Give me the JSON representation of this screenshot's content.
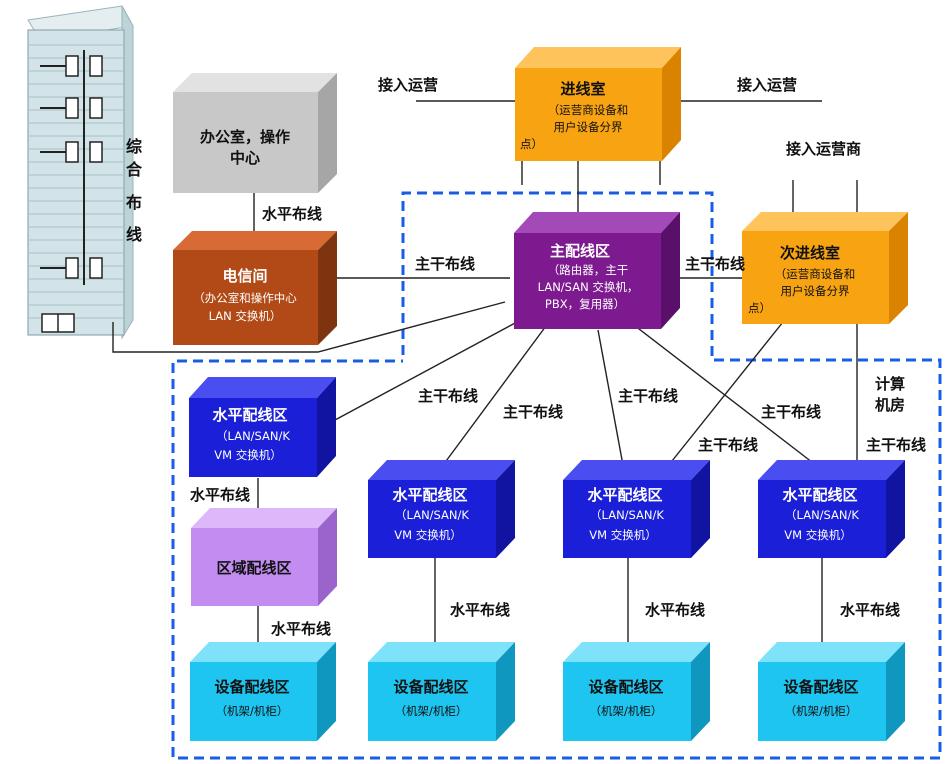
{
  "building": {
    "label_chars": [
      "综",
      "合",
      "布",
      "线"
    ]
  },
  "boxes": {
    "office": {
      "title_line1": "办公室，操作",
      "title_line2": "中心"
    },
    "telecom": {
      "title": "电信间",
      "sub1": "（办公室和操作中心",
      "sub2": "LAN 交换机）"
    },
    "entrance": {
      "title": "进线室",
      "sub1": "（运营商设备和",
      "sub2": "用户设备分界",
      "sub3": "点）"
    },
    "main_dist": {
      "title": "主配线区",
      "sub1": "（路由器，主干",
      "sub2": "LAN/SAN 交换机，",
      "sub3": "PBX，复用器）"
    },
    "secondary_entrance": {
      "title": "次进线室",
      "sub1": "（运营商设备和",
      "sub2": "用户设备分界",
      "sub3": "点）"
    },
    "hda1": {
      "title": "水平配线区",
      "sub1": "（LAN/SAN/K",
      "sub2": "VM 交换机）"
    },
    "hda2": {
      "title": "水平配线区",
      "sub1": "（LAN/SAN/K",
      "sub2": "VM 交换机）"
    },
    "hda3": {
      "title": "水平配线区",
      "sub1": "（LAN/SAN/K",
      "sub2": "VM 交换机）"
    },
    "hda4": {
      "title": "水平配线区",
      "sub1": "（LAN/SAN/K",
      "sub2": "VM 交换机）"
    },
    "zone": {
      "title": "区域配线区"
    },
    "eda1": {
      "title": "设备配线区",
      "sub": "（机架/机柜）"
    },
    "eda2": {
      "title": "设备配线区",
      "sub": "（机架/机柜）"
    },
    "eda3": {
      "title": "设备配线区",
      "sub": "（机架/机柜）"
    },
    "eda4": {
      "title": "设备配线区",
      "sub": "（机架/机柜）"
    }
  },
  "labels": {
    "access_left": "接入运营",
    "access_right": "接入运营",
    "access_secondary": "接入运营商",
    "horizontal_office": "水平布线",
    "backbone_telecom": "主干布线",
    "backbone_secondary": "主干布线",
    "backbone_hda1": "主干布线",
    "backbone_hda2": "主干布线",
    "backbone_hda3": "主干布线",
    "backbone_hda4": "主干布线",
    "backbone_sec_hda3": "主干布线",
    "backbone_sec_hda4": "主干布线",
    "computer_room_line1": "计算",
    "computer_room_line2": "机房",
    "horizontal_zone": "水平布线",
    "horizontal_eda1": "水平布线",
    "horizontal_eda2": "水平布线",
    "horizontal_eda3": "水平布线",
    "horizontal_eda4": "水平布线"
  },
  "colors": {
    "gray": "#c8c8c8",
    "brown": "#b14a17",
    "orange": "#f7a312",
    "purple": "#7d1a8f",
    "blue": "#1b1fd8",
    "lavender": "#c28cf0",
    "cyan": "#1ec5f0",
    "dash": "#1a5ce6"
  }
}
